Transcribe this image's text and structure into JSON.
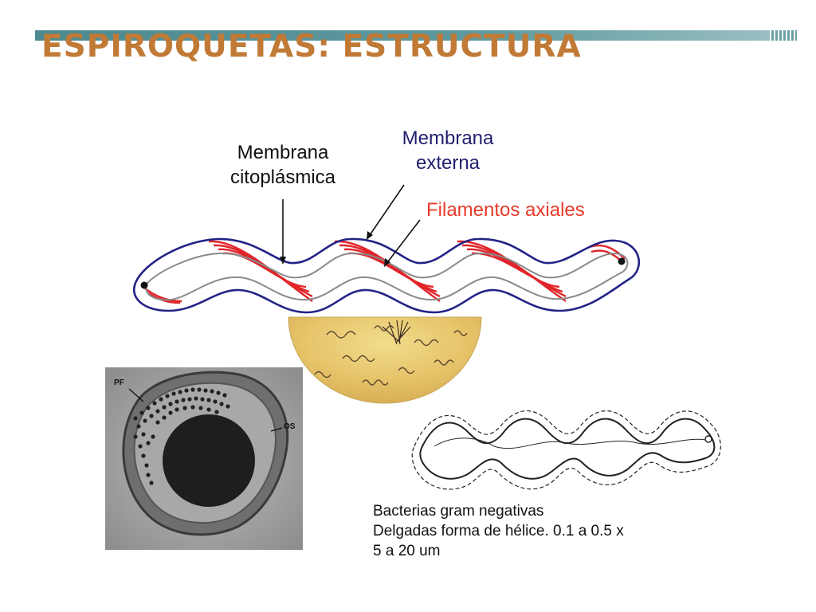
{
  "slide": {
    "title": "ESPIROQUETAS: ESTRUCTURA"
  },
  "diagram": {
    "labels": {
      "citoplasmica_line1": "Membrana",
      "citoplasmica_line2": "citoplásmica",
      "externa_line1": "Membrana",
      "externa_line2": "externa",
      "filamentos": "Filamentos axiales"
    },
    "colors": {
      "outer_membrane": "#232387",
      "inner_membrane": "#8a8a8a",
      "axial_filaments": "#e0252a",
      "title": "#c07a36"
    }
  },
  "micrograph": {
    "label_pf": "PF",
    "label_os": "OS"
  },
  "caption": {
    "line1": "Bacterias gram negativas",
    "line2": "Delgadas forma de hélice. 0.1 a 0.5 x",
    "line3": "5 a 20 um"
  }
}
